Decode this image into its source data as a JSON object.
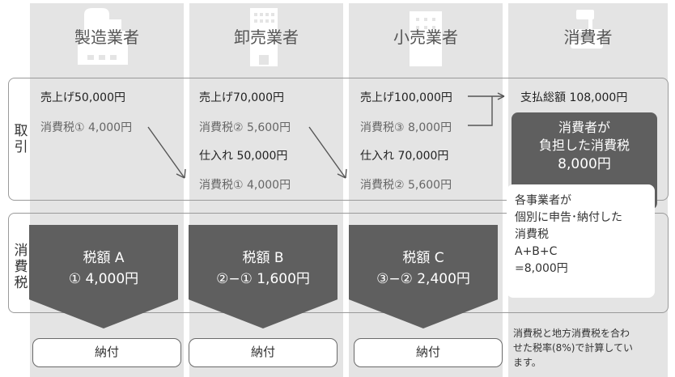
{
  "columns": {
    "manufacturer": "製造業者",
    "wholesaler": "卸売業者",
    "retailer": "小売業者",
    "consumer": "消費者"
  },
  "rows": {
    "transaction": "取引",
    "consumption_tax": "消費税"
  },
  "transaction": {
    "manufacturer": {
      "sales": "売上げ50,000円",
      "tax": "消費税① 4,000円"
    },
    "wholesaler": {
      "sales": "売上げ70,000円",
      "tax": "消費税② 5,600円",
      "purchase": "仕入れ 50,000円",
      "purchase_tax": "消費税① 4,000円"
    },
    "retailer": {
      "sales": "売上げ100,000円",
      "tax": "消費税③ 8,000円",
      "purchase": "仕入れ 70,000円",
      "purchase_tax": "消費税② 5,600円"
    },
    "consumer": {
      "total_payment": "支払総額 108,000円",
      "burden_line1": "消費者が",
      "burden_line2": "負担した消費税",
      "burden_line3": "8,000円"
    }
  },
  "filings": {
    "line1": "各事業者が",
    "line2": "個別に申告･納付した",
    "line3": "消費税",
    "line4": "A+B+C",
    "line5": "=8,000円"
  },
  "tax_amounts": {
    "a_label": "税額 A",
    "a_value": "① 4,000円",
    "b_label": "税額 B",
    "b_value": "②−① 1,600円",
    "c_label": "税額 C",
    "c_value": "③−② 2,400円"
  },
  "payment": {
    "label": "納付"
  },
  "note": {
    "line1": "消費税と地方消費税を合わ",
    "line2": "せた税率(8%)で計算してい",
    "line3": "ます。"
  },
  "colors": {
    "column_bg": "#e4e4e4",
    "dark_box": "#5f5f5f",
    "icon": "#ffffff",
    "border": "#9a9a9a"
  }
}
